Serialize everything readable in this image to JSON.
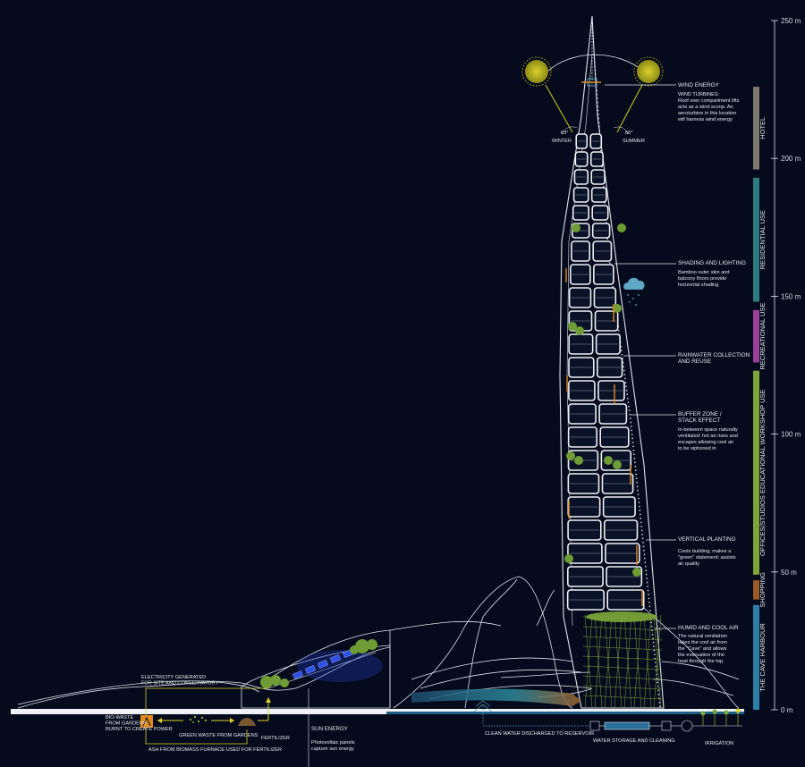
{
  "scale": {
    "unit": "m",
    "ticks": [
      {
        "value": 0,
        "label": "0 m"
      },
      {
        "value": 50,
        "label": "50 m"
      },
      {
        "value": 100,
        "label": "100 m"
      },
      {
        "value": 150,
        "label": "150 m"
      },
      {
        "value": 200,
        "label": "200 m"
      },
      {
        "value": 250,
        "label": "250 m"
      }
    ]
  },
  "bands": [
    {
      "label": "THE CAVE HARBOUR",
      "from": 0,
      "to": 38,
      "color": "#2e7fa6"
    },
    {
      "label": "SHOPPING",
      "from": 40,
      "to": 47,
      "color": "#9a5a2a"
    },
    {
      "label": "OFFICES/STUDIOS   EDUCATIONAL WORKSHOP USE",
      "from": 49,
      "to": 123,
      "color": "#7fa53a"
    },
    {
      "label": "RECREATIONAL USE",
      "from": 126,
      "to": 145,
      "color": "#9b3f9b"
    },
    {
      "label": "RESIDENTIAL USE",
      "from": 148,
      "to": 193,
      "color": "#2d7a80"
    },
    {
      "label": "HOTEL",
      "from": 196,
      "to": 226,
      "color": "#7c7a6e"
    }
  ],
  "annotations": {
    "wind_energy": "WIND ENERGY",
    "wind_turbines": [
      "WIND TURBINES:",
      "Roof over compartment lifts",
      "acts as a wind scoop. An",
      "aeroturbine in this location",
      "will harness wind energy"
    ],
    "shading": [
      "SHADING AND LIGHTING"
    ],
    "shading_desc": [
      "Bamboo outer skin and",
      "balcony floors provide",
      "horizontal shading"
    ],
    "rainwater": [
      "RAINWATER COLLECTION",
      "AND REUSE"
    ],
    "buffer": [
      "BUFFER ZONE /",
      "STACK EFFECT"
    ],
    "buffer_desc": [
      "In-between space naturally",
      "ventilated: hot air rises and",
      "escapes allowing cool air",
      "to be siphoned in"
    ],
    "vertical_planting": [
      "VERTICAL PLANTING"
    ],
    "vertical_planting_desc": [
      "Cools building; makes a",
      "\"green\" statement; assists",
      "air quality"
    ],
    "humid": [
      "HUMID AND COOL AIR"
    ],
    "humid_desc": [
      "The natural ventilation",
      "takes the cool air from",
      "the \"Cave\" and allows",
      "the evacuation of the",
      "heat  through the top."
    ],
    "winter": "WINTER",
    "summer": "SUMMER",
    "winter_angle": "63°",
    "summer_angle": "66°",
    "electricity": [
      "ELECTRICITY GENERATED",
      "FOR SITE AND CONSERVATORY"
    ],
    "biowaste": [
      "BIO-WASTE",
      "FROM GARDENS",
      "BURNT TO CREATE POWER"
    ],
    "green_waste": "GREEN WASTE FROM GARDENS",
    "fertilizer": "FERTILIZER",
    "ash": "ASH FROM BIOMASS FURNACE USED FOR FERTILIZER",
    "sun_energy": "SUN ENERGY",
    "sun_energy_desc": [
      "Photovoltaic panels",
      "capture sun energy"
    ],
    "clean_water": "CLEAN WATER DISCHARGED TO RESERVOIR",
    "water_storage": "WATER STORAGE AND CLEANING",
    "irrigation": "IRRIGATION"
  },
  "colors": {
    "background": "#050a1c",
    "line": "#dfe5ee",
    "sun": "#b8b21c",
    "orange": "#e08a1e",
    "green": "#7da83a",
    "water": "#2a6f9a",
    "cloud": "#5fa8c4"
  }
}
